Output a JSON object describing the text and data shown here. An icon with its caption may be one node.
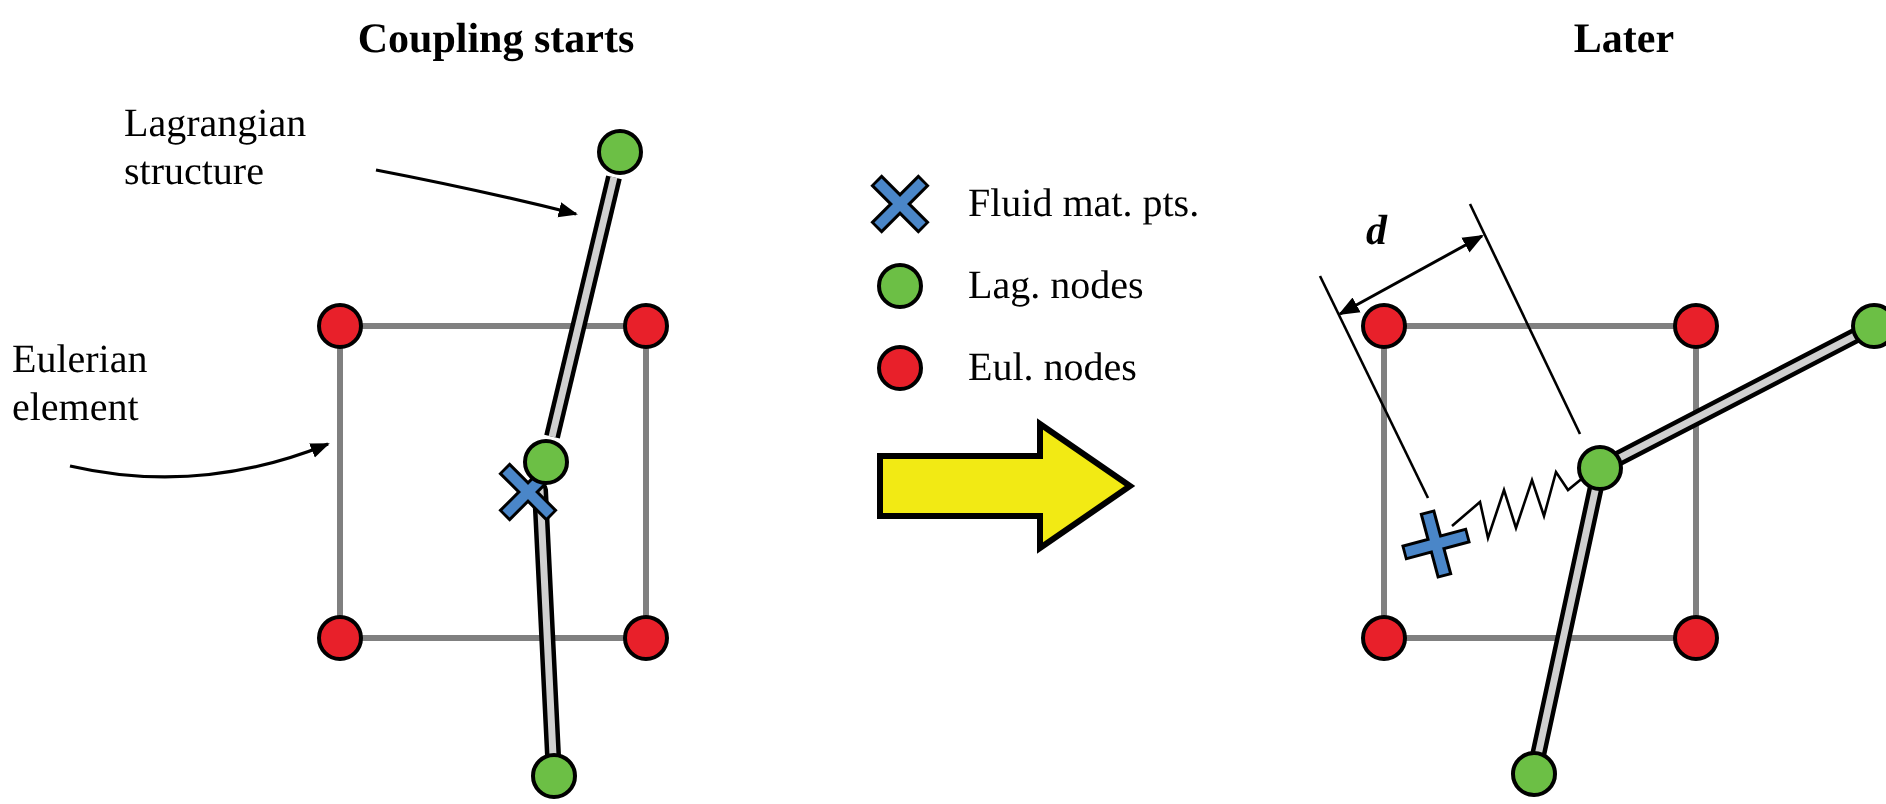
{
  "diagram": {
    "nodes": [
      {
        "text": [
          "Lagrangian structure"
        ]
      },
      {
        "text": [
          "Eulerian element"
        ]
      },
      {
        "text": [],
        "shape": "bar"
      },
      {
        "text": [],
        "shape": "box"
      },
      {
        "text": [],
        "shape": "box"
      }
    ],
    "edges": [
      {
        "from": 0,
        "to": 2,
        "arrow": "to"
      },
      {
        "from": 1,
        "to": 3,
        "arrow": "to"
      }
    ],
    "labels": [
      "Coupling starts",
      "Later",
      "d"
    ],
    "legend": [
      {
        "text": "Fluid mat. pts."
      },
      {
        "text": "Lag. nodes",
        "color": "#6cbf45"
      },
      {
        "text": "Eul. nodes",
        "color": "#e8202a"
      }
    ]
  }
}
